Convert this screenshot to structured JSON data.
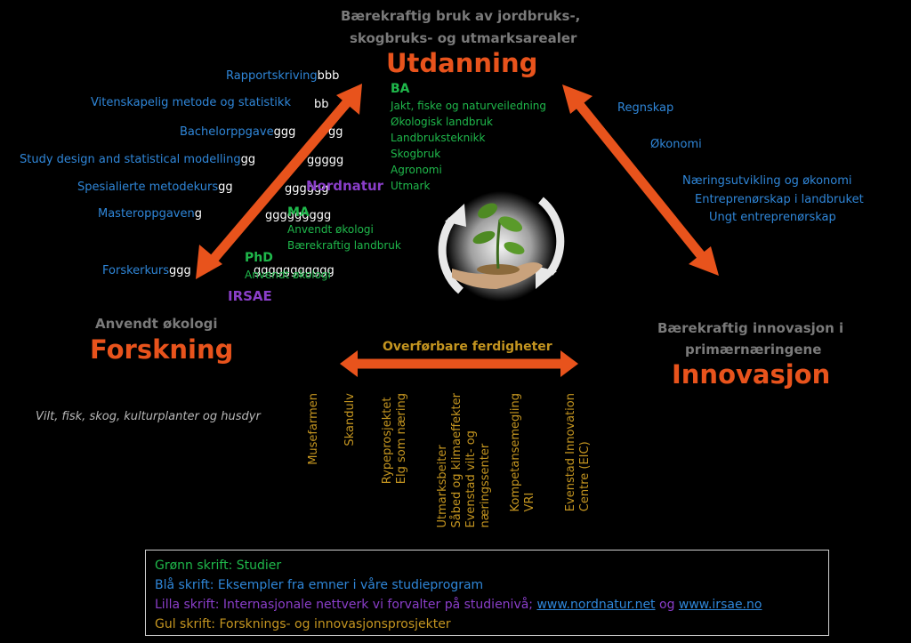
{
  "utdanning": {
    "subtitle_line1": "Bærekraftig bruk av jordbruks-,",
    "subtitle_line2": "skogbruks- og utmarksarealer",
    "title": "Utdanning"
  },
  "forskning": {
    "subtitle": "Anvendt økologi",
    "title": "Forskning",
    "note": "Vilt, fisk, skog, kulturplanter og husdyr"
  },
  "innovasjon": {
    "subtitle_line1": "Bærekraftig innovasjon i",
    "subtitle_line2": "primærnæringene",
    "title": "Innovasjon"
  },
  "courses_left": [
    {
      "label": "Rapportskriving",
      "suffix": "bbb"
    },
    {
      "label": "Vitenskapelig metode og statistikk",
      "suffix": "bb"
    },
    {
      "label": "Bachelorppgave",
      "suffix": "ggg"
    },
    {
      "label": "Study design and statistical modelling",
      "suffix": "gg"
    },
    {
      "label": "Spesialierte metodekurs",
      "suffix": "gg"
    },
    {
      "label": "Masteroppgaven",
      "suffix": "g"
    },
    {
      "label": "Forskerkurs",
      "suffix": "ggg"
    }
  ],
  "filler": {
    "r2": "gg",
    "r3": "ggggg",
    "r4": "gggggg",
    "r5": "ggggggggg",
    "r6": "ggggggggggg"
  },
  "studies": {
    "ba_heading": "BA",
    "ba_items": [
      "Jakt, fiske og naturveiledning",
      "Økologisk landbruk",
      "Landbruksteknikk",
      "Skogbruk",
      "Agronomi",
      "Utmark"
    ],
    "ma_heading": "MA",
    "ma_items": [
      "Anvendt økologi",
      "Bærekraftig landbruk"
    ],
    "phd_heading": "PhD",
    "phd_items": [
      "Anvendt økologi"
    ]
  },
  "networks": {
    "nordnatur": "Nordnatur",
    "irsae": "IRSAE"
  },
  "courses_right": [
    "Regnskap",
    "Økonomi",
    "Næringsutvikling og økonomi",
    "Entreprenørskap  i landbruket",
    "Ungt entreprenørskap"
  ],
  "transfer_label": "Overførbare ferdigheter",
  "projects": [
    {
      "lines": [
        "Musefarmen"
      ]
    },
    {
      "lines": [
        "Skandulv"
      ]
    },
    {
      "lines": [
        "Rypeprosjektet",
        "Elg som næring"
      ]
    },
    {
      "lines": [
        "Utmarksbeiter",
        "Såbed og klimaeffekter",
        "Evenstad vilt- og",
        "næringssenter"
      ]
    },
    {
      "lines": [
        "Kompetansemegling",
        "VRI"
      ]
    },
    {
      "lines": [
        "Evenstad Innovation",
        "Centre (EIC)"
      ]
    }
  ],
  "legend": {
    "green": "Grønn skrift: Studier",
    "blue": "Blå skrift: Eksempler fra emner i våre studieprogram",
    "purple_prefix": "Lilla skrift: Internasjonale nettverk vi forvalter på studienivå;",
    "link1": "www.nordnatur.net",
    "og": "og",
    "link2": "www.irsae.no",
    "yellow": "Gul skrift: Forsknings- og innovasjonsprosjekter"
  },
  "colors": {
    "background": "#000000",
    "accent_orange": "#e8531c",
    "grey": "#7a7a7a",
    "blue": "#2f86d8",
    "green": "#1fb84b",
    "purple": "#8a3ec9",
    "yellow": "#c49520"
  },
  "icons": {
    "center": "plant-in-hand-icon"
  }
}
